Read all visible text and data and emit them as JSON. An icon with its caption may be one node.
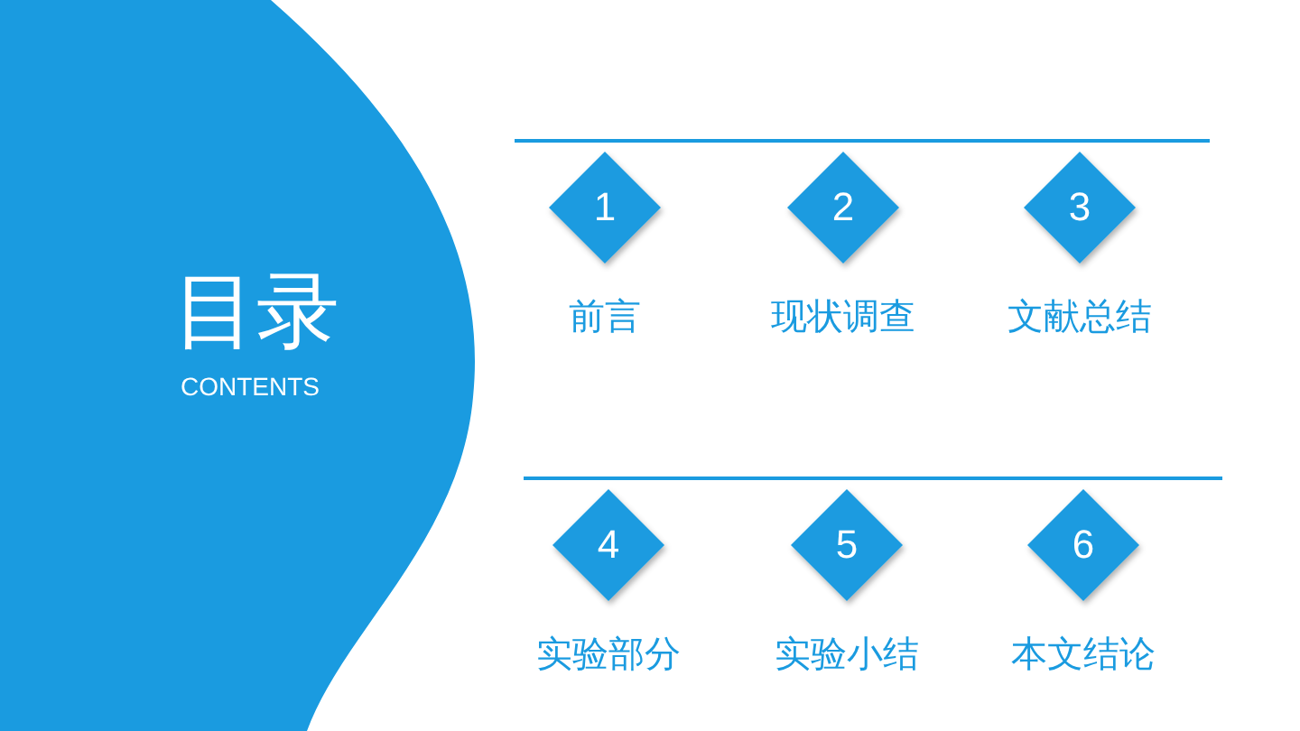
{
  "diagram": {
    "title": "目录",
    "nodes": [
      {
        "text": [
          "1"
        ],
        "beside": [
          "前言"
        ]
      },
      {
        "text": [
          "2"
        ],
        "beside": [
          "现状调查"
        ]
      },
      {
        "text": [
          "3"
        ],
        "beside": [
          "文献总结"
        ]
      },
      {
        "text": [
          "4"
        ],
        "beside": [
          "实验部分"
        ]
      },
      {
        "text": [
          "5"
        ],
        "beside": [
          "实验小结"
        ]
      },
      {
        "text": [
          "6"
        ],
        "beside": [
          "本文结论"
        ]
      }
    ],
    "labels": [
      "CONTENTS"
    ]
  }
}
